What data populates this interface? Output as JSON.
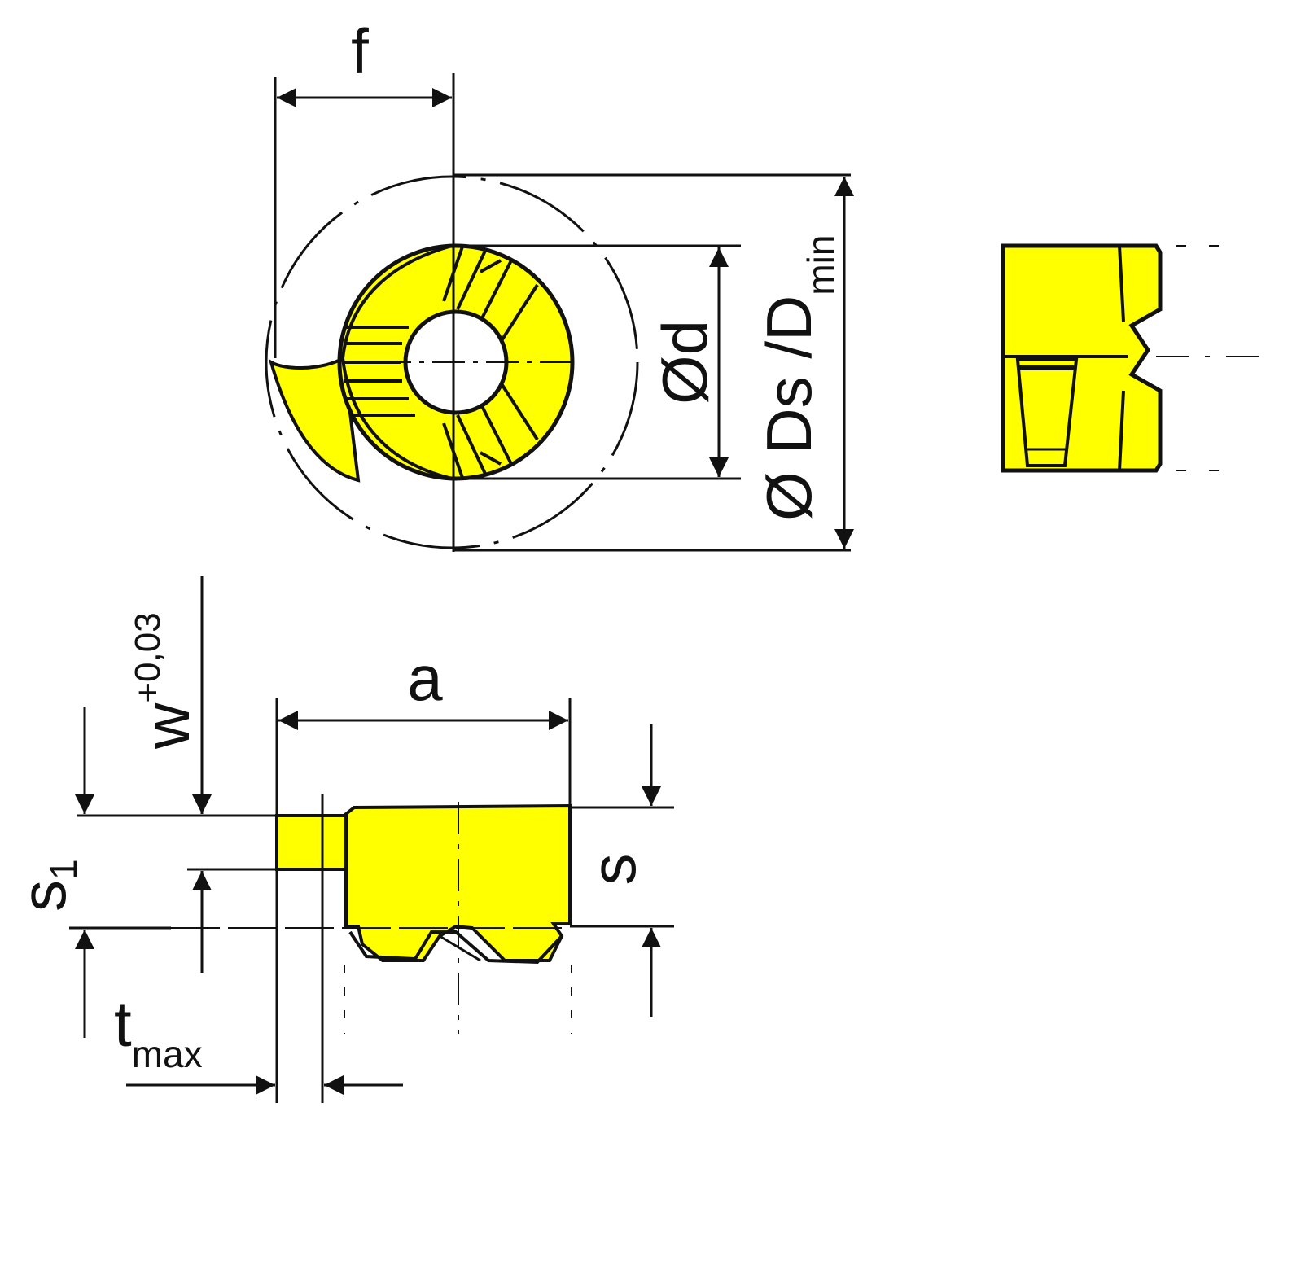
{
  "colors": {
    "part_fill": "#ffff00",
    "line": "#111111",
    "background": "#ffffff"
  },
  "labels": {
    "f": "f",
    "dia_d": "Ød",
    "dia_Ds": "Ø Ds /D",
    "dia_Ds_sub": "min",
    "w": "w",
    "w_sup": "+0,03",
    "a": "a",
    "s": "s",
    "s1": "s",
    "s1_sub": "1",
    "t": "t",
    "t_sub": "max"
  }
}
